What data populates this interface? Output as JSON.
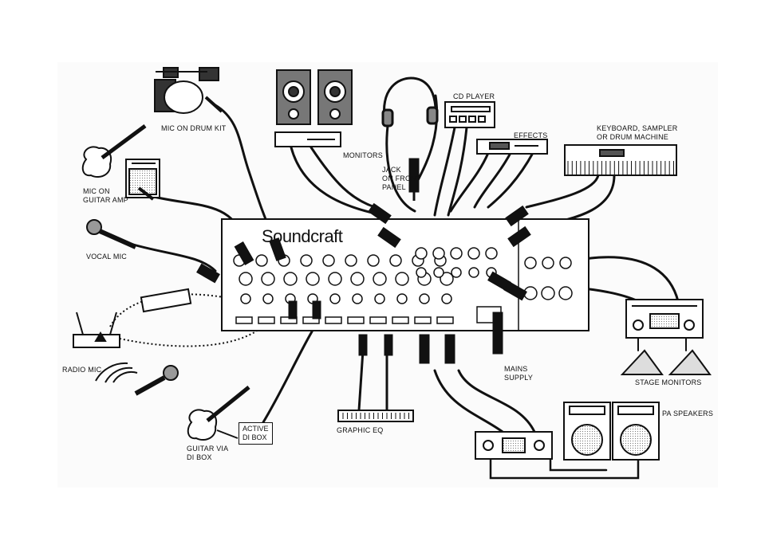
{
  "brand": "Soundcraft",
  "labels": {
    "drum_kit": "MIC ON DRUM KIT",
    "monitors": "MONITORS",
    "jack_front_1": "JACK",
    "jack_front_2": "ON FRONT",
    "jack_front_3": "PANEL",
    "cd_player": "CD PLAYER",
    "effects": "EFFECTS",
    "keyboard_1": "KEYBOARD, SAMPLER",
    "keyboard_2": "OR DRUM MACHINE",
    "guitar_amp_1": "MIC ON",
    "guitar_amp_2": "GUITAR AMP",
    "vocal_mic": "VOCAL MIC",
    "radio_mic": "RADIO MIC",
    "di_box_1": "ACTIVE",
    "di_box_2": "DI BOX",
    "guitar_di_1": "GUITAR VIA",
    "guitar_di_2": "DI BOX",
    "graphic_eq": "GRAPHIC EQ",
    "mains_1": "MAINS",
    "mains_2": "SUPPLY",
    "stage_monitors": "STAGE MONITORS",
    "pa_speakers": "PA SPEAKERS"
  },
  "colors": {
    "ink": "#111111",
    "panel": "#ffffff",
    "grey": "#8a8a8a",
    "stage": "#fbfbfb"
  }
}
